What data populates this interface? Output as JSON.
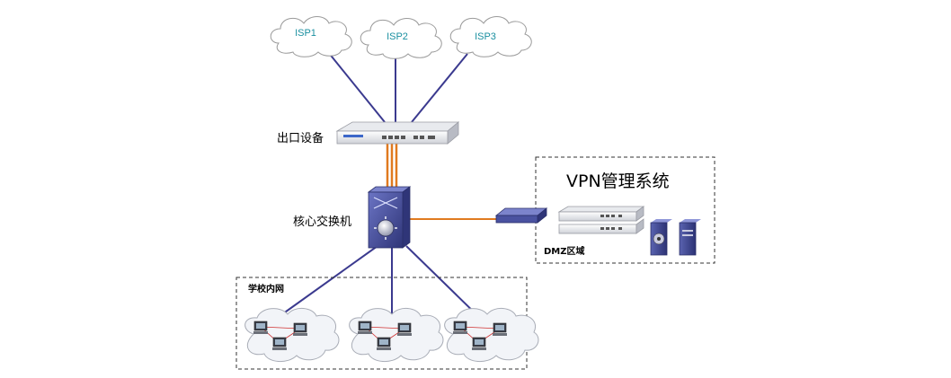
{
  "clouds": [
    {
      "label": "ISP1"
    },
    {
      "label": "ISP2"
    },
    {
      "label": "ISP3"
    }
  ],
  "labels": {
    "egress_device": "出口设备",
    "core_switch": "核心交换机",
    "vpn_system": "VPN管理系统",
    "dmz_zone": "DMZ区域",
    "campus_network": "学校内网"
  },
  "colors": {
    "wan_link": "#3b3a8f",
    "trunk_link": "#e07a1f",
    "lan_link": "#3b3a8f",
    "switch_body": "#4a52a0",
    "cloud_fill": "#ffffff",
    "cloud_stroke": "#9a9a9a"
  }
}
